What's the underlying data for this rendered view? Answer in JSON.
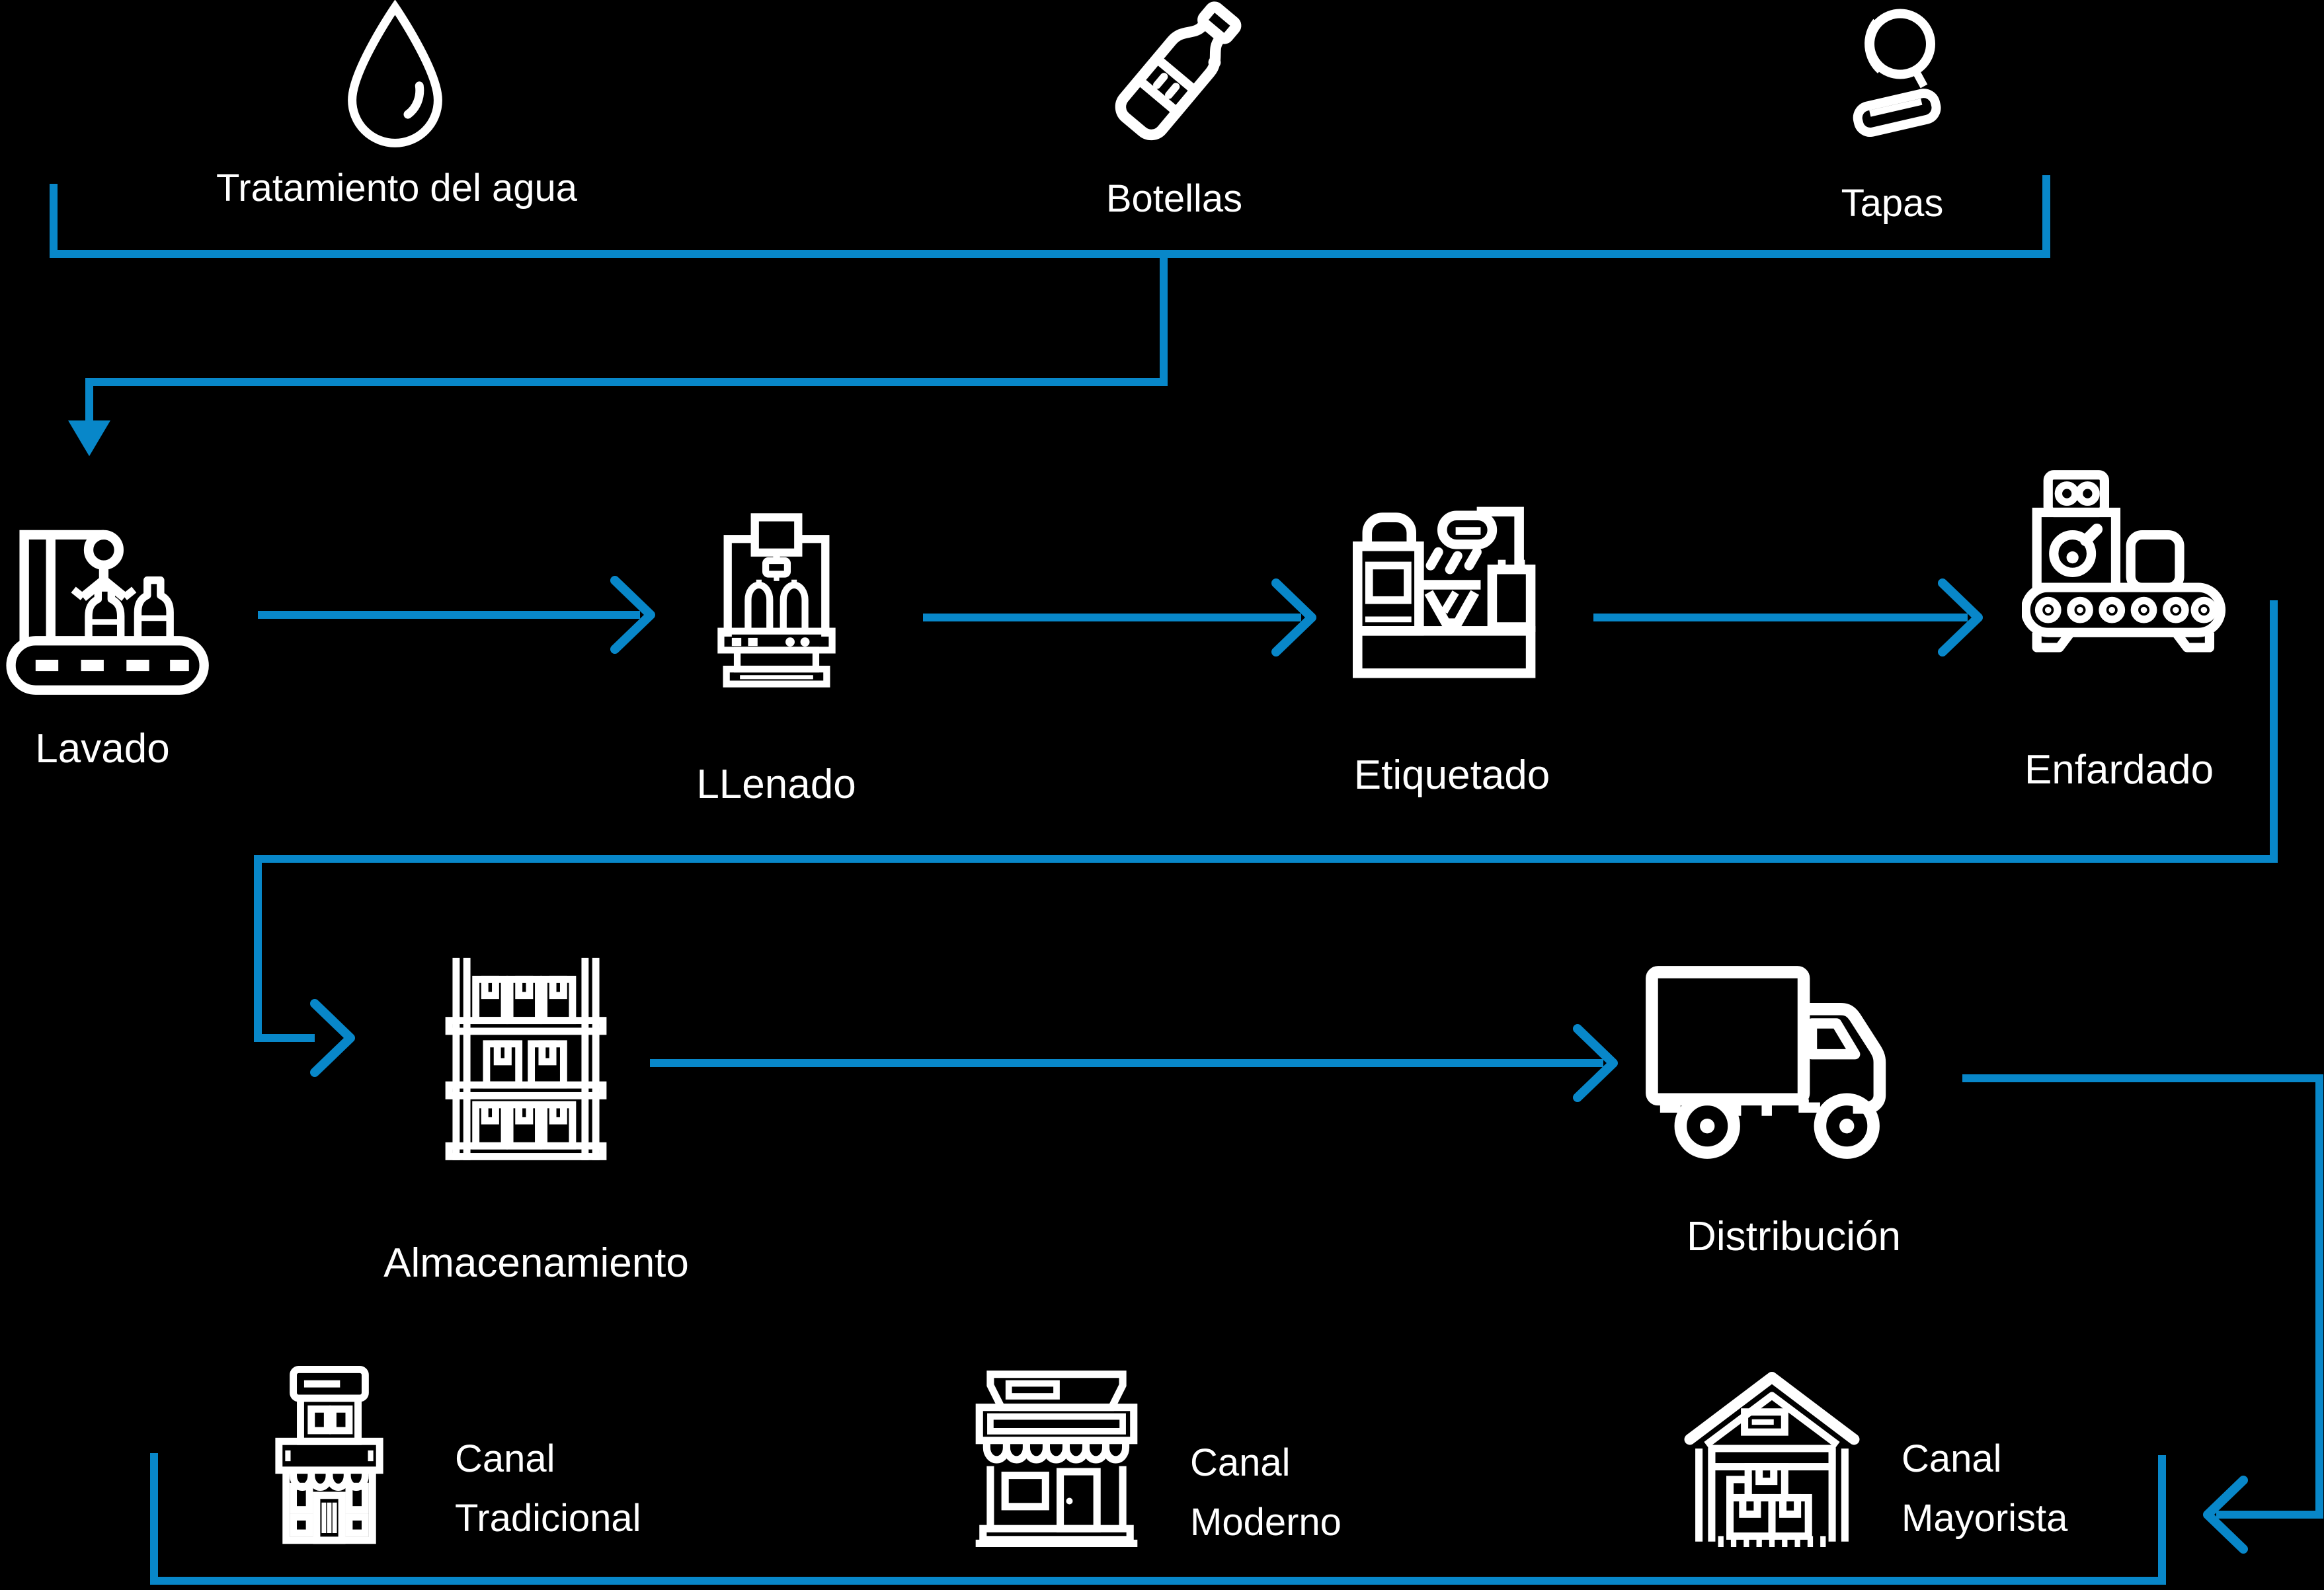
{
  "diagram": {
    "title_implicit": "Proceso de embotellado y distribución de agua",
    "background": "#000000",
    "accent": "#0887c9",
    "icon_color": "#ffffff",
    "inputs": {
      "tratamiento": {
        "label": "Tratamiento del agua",
        "icon": "water-drop-icon"
      },
      "botellas": {
        "label": "Botellas",
        "icon": "plastic-bottle-icon"
      },
      "tapas": {
        "label": "Tapas",
        "icon": "bottle-cap-icon"
      }
    },
    "process": {
      "lavado": {
        "label": "Lavado",
        "icon": "washing-conveyor-icon"
      },
      "llenado": {
        "label": "LLenado",
        "icon": "filling-machine-icon"
      },
      "etiquetado": {
        "label": "Etiquetado",
        "icon": "labeling-machine-icon"
      },
      "enfardado": {
        "label": "Enfardado",
        "icon": "baling-machine-icon"
      }
    },
    "logistics": {
      "almacenamiento": {
        "label": "Almacenamiento",
        "icon": "storage-rack-icon"
      },
      "distribucion": {
        "label": "Distribución",
        "icon": "delivery-truck-icon"
      }
    },
    "channels": {
      "tradicional": {
        "line1": "Canal",
        "line2": "Tradicional",
        "icon": "traditional-store-icon"
      },
      "moderno": {
        "line1": "Canal",
        "line2": "Moderno",
        "icon": "modern-store-icon"
      },
      "mayorista": {
        "line1": "Canal",
        "line2": "Mayorista",
        "icon": "warehouse-icon"
      }
    },
    "flow": [
      "Tratamiento del agua + Botellas + Tapas -> Lavado",
      "Lavado -> LLenado -> Etiquetado -> Enfardado",
      "Enfardado -> Almacenamiento -> Distribución",
      "Distribución -> Canal Tradicional / Canal Moderno / Canal Mayorista"
    ]
  }
}
